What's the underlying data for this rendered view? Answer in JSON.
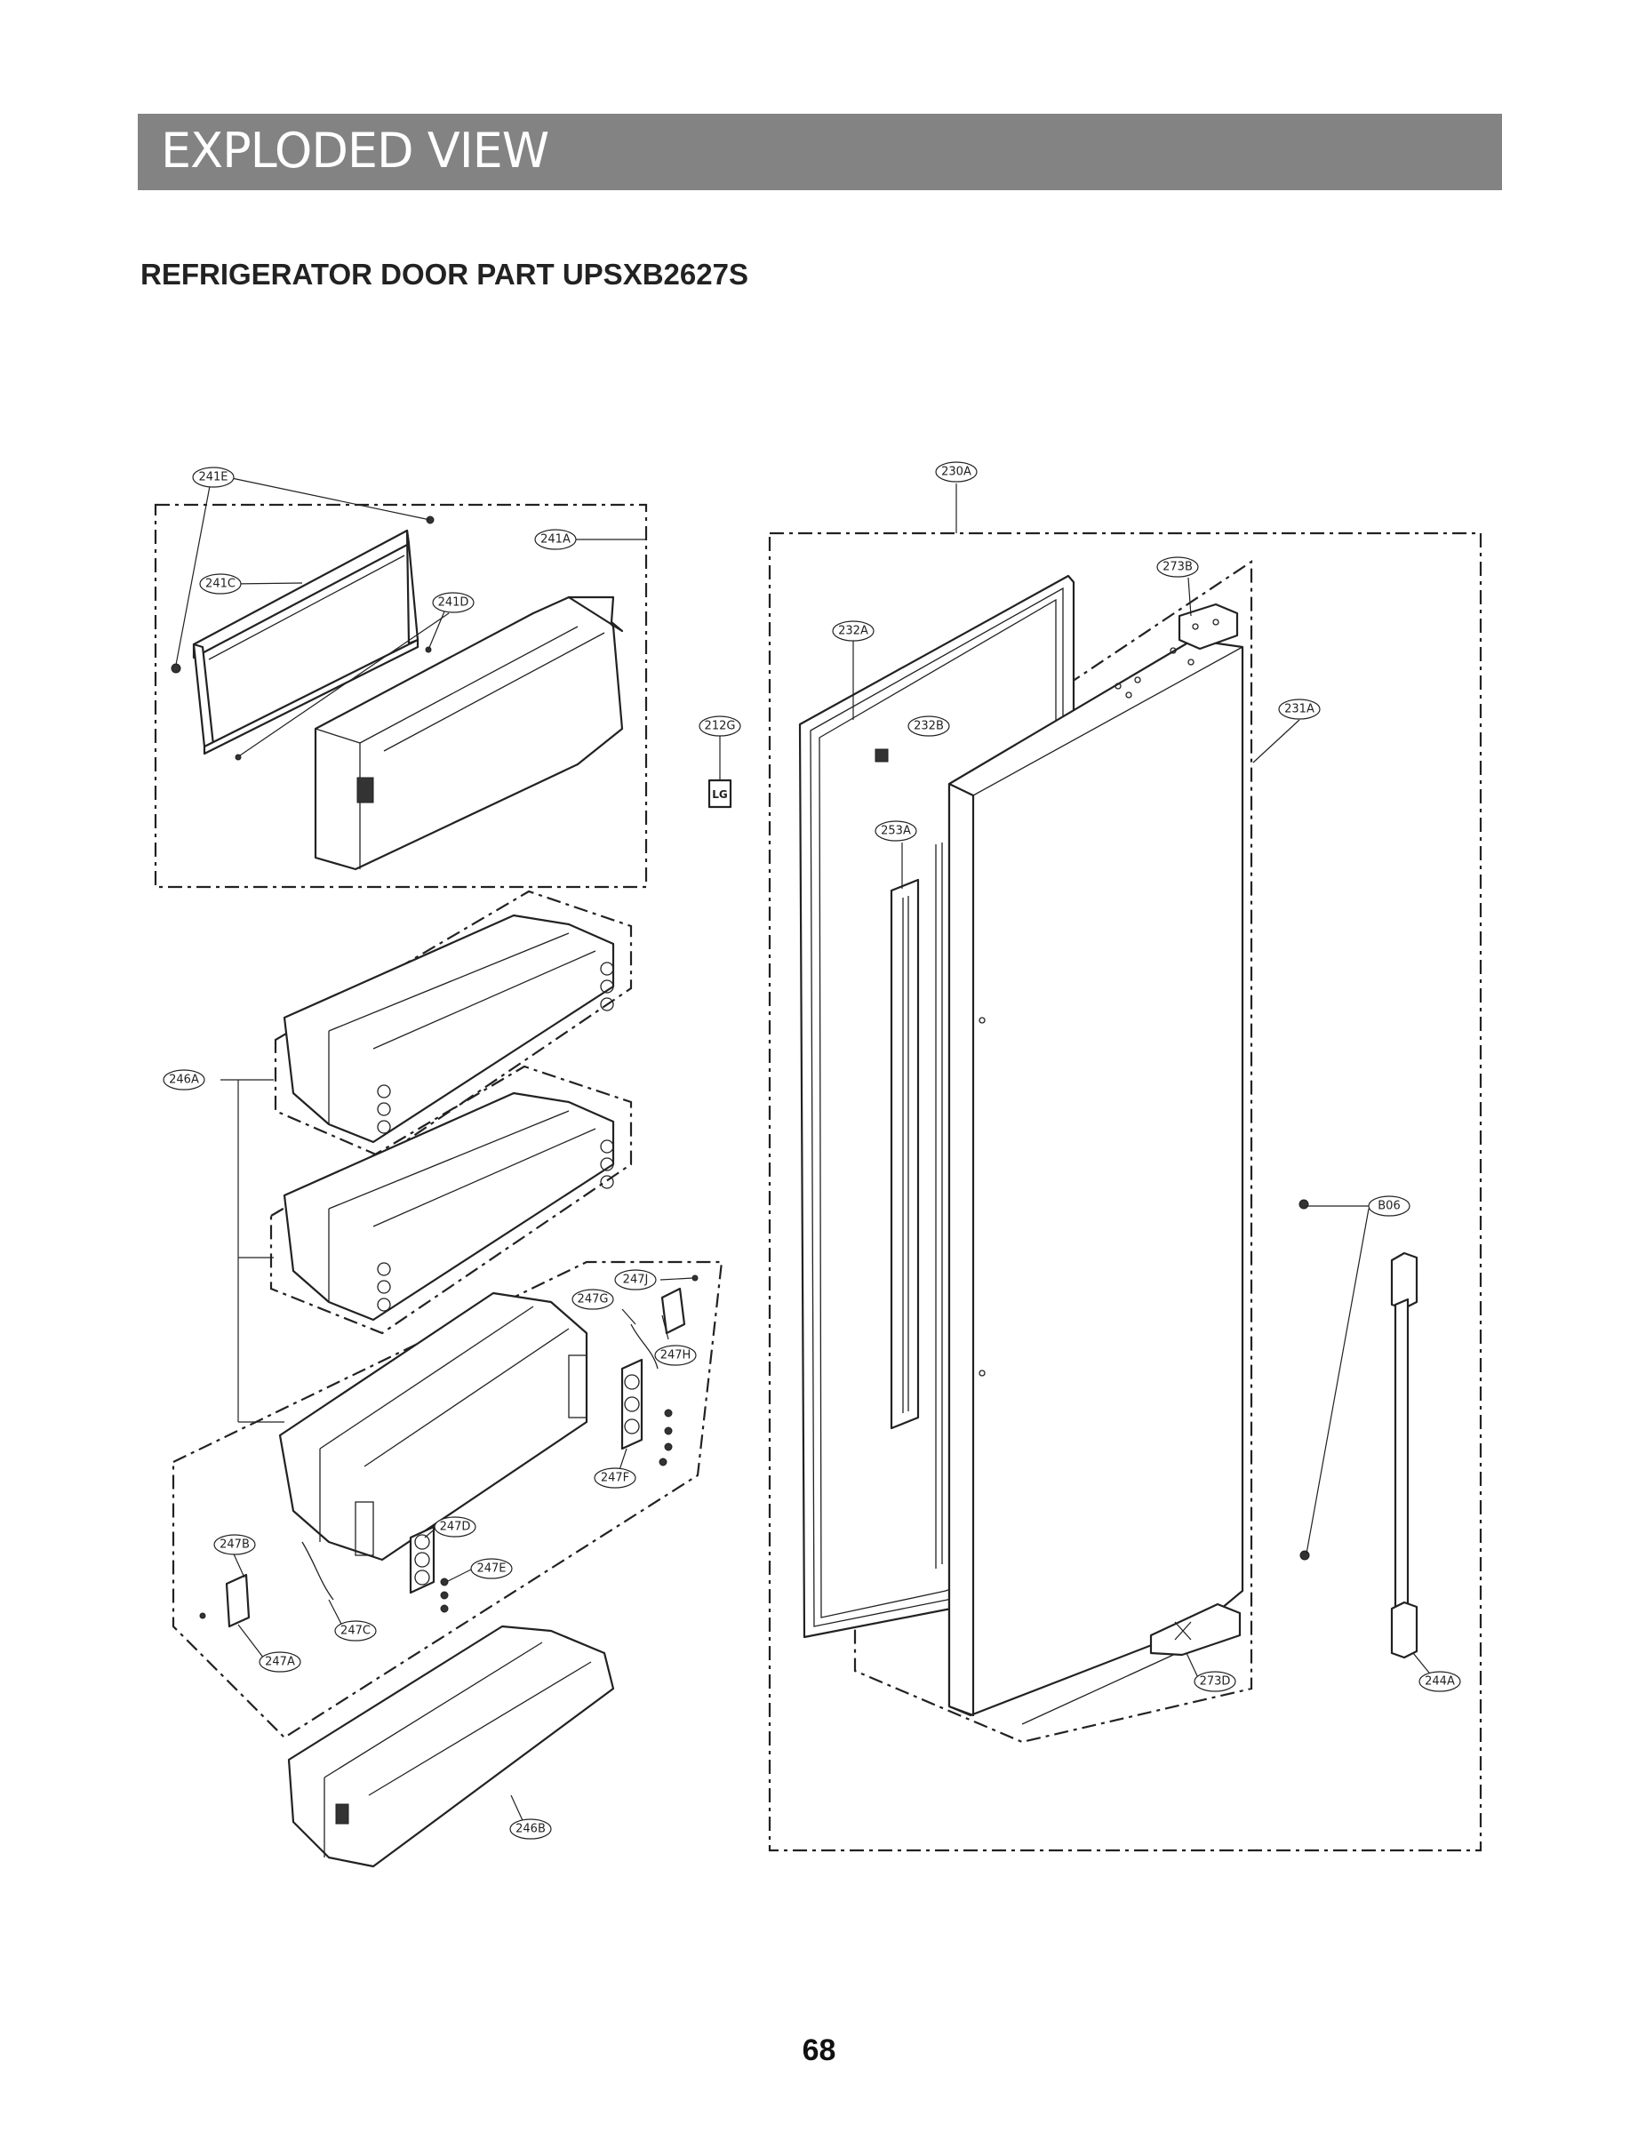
{
  "header": {
    "title": "EXPLODED VIEW"
  },
  "subtitle": "REFRIGERATOR DOOR PART UPSXB2627S",
  "page_number": "68",
  "callouts": {
    "c241E": "241E",
    "c241A": "241A",
    "c241C": "241C",
    "c241D": "241D",
    "c230A": "230A",
    "c273B": "273B",
    "c232A": "232A",
    "c231A": "231A",
    "c212G": "212G",
    "c232B": "232B",
    "c253A": "253A",
    "c246A": "246A",
    "c247J": "247J",
    "c247G": "247G",
    "c247H": "247H",
    "c247F": "247F",
    "c247D": "247D",
    "c247B": "247B",
    "c247E": "247E",
    "c247C": "247C",
    "c247A": "247A",
    "c246B": "246B",
    "cB06": "B06",
    "c273D": "273D",
    "c244A": "244A"
  },
  "logo_text": "LG"
}
